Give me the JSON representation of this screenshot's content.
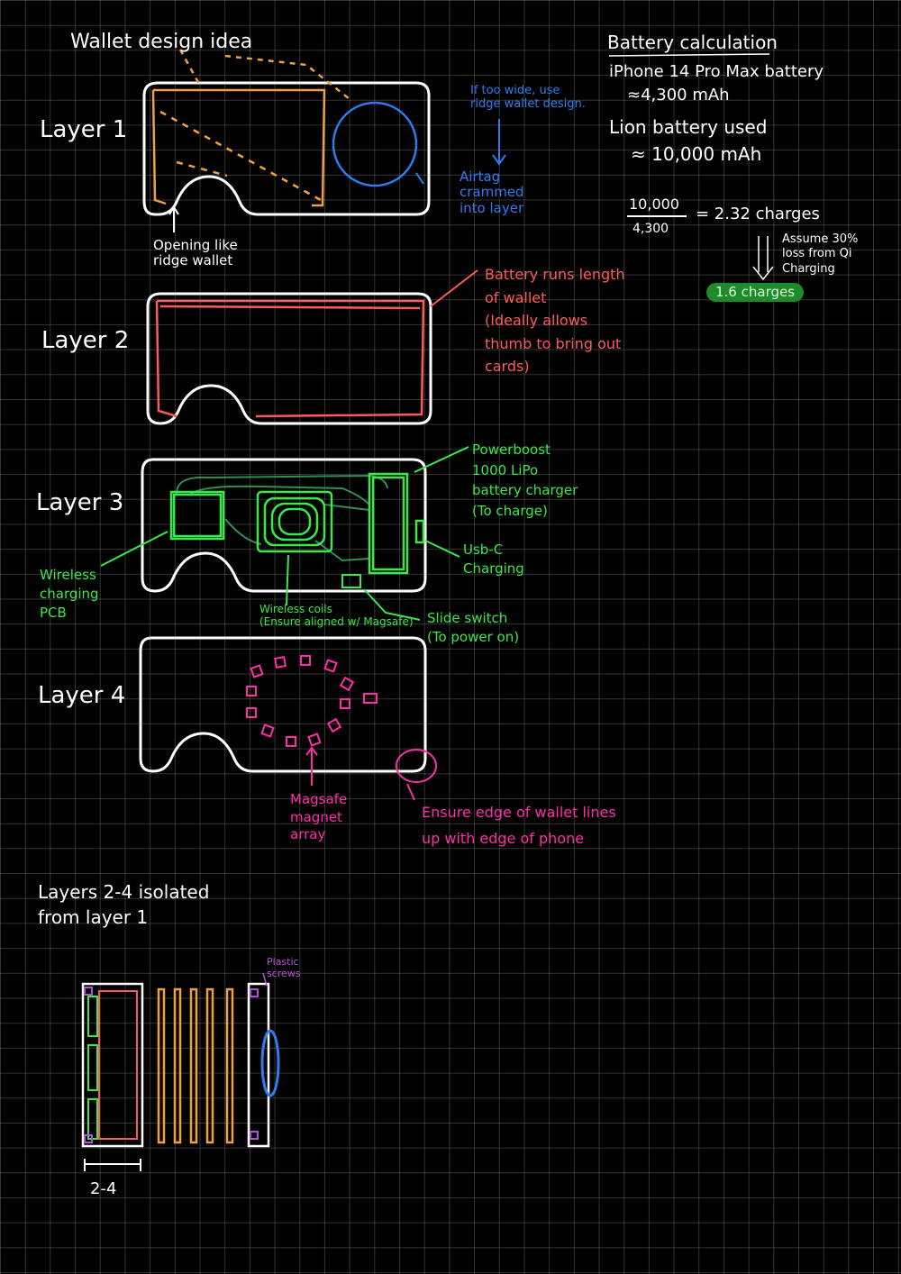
{
  "wallet_design": {
    "title": "Wallet design idea",
    "layers": {
      "layer1": "Layer 1",
      "layer2": "Layer 2",
      "layer3": "Layer 3",
      "layer4": "Layer 4"
    },
    "layer1_notes": {
      "opening": "Opening like\nridge wallet",
      "too_wide": "If too wide, use\nridge wallet design.",
      "airtag": "Airtag\ncrammed\ninto layer"
    },
    "layer2_notes": {
      "battery": "Battery runs length\nof wallet\n(Ideally allows\nthumb to bring out\ncards)"
    },
    "layer3_notes": {
      "powerboost": "Powerboost\n1000 LiPo\nbattery charger\n(To charge)",
      "usbc": "Usb-C\nCharging",
      "wireless_pcb": "Wireless\ncharging\nPCB",
      "coils": "Wireless coils\n(Ensure aligned w/ Magsafe)",
      "switch": "Slide switch\n(To power on)"
    },
    "layer4_notes": {
      "magnet": "Magsafe\nmagnet\narray",
      "edge": "Ensure edge of wallet lines\nup with edge of phone"
    },
    "isolated": {
      "title": "Layers 2-4 isolated\nfrom layer 1",
      "screws": "Plastic\nscrews",
      "bracket": "2-4"
    }
  },
  "battery_calc": {
    "title": "Battery calculation",
    "iphone": "iPhone 14 Pro Max battery",
    "iphone_val": "≈4,300 mAh",
    "lion": "Lion battery used",
    "lion_val": "≈ 10,000 mAh",
    "numerator": "10,000",
    "denominator": "4,300",
    "result": "= 2.32 charges",
    "assume": "Assume 30%\nloss from Qi\nCharging",
    "final": "1.6 charges"
  },
  "colors": {
    "white": "#ffffff",
    "orange": "#f0a040",
    "blue": "#2f7cf0",
    "red": "#ff5a5a",
    "green": "#39e84a",
    "pink": "#ff2ea8",
    "purple": "#b64fd8"
  }
}
